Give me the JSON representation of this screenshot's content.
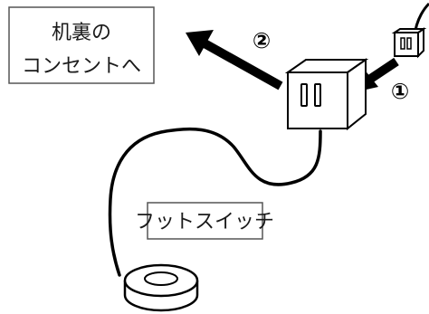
{
  "labels": {
    "desk_outlet_line1": "机裏の",
    "desk_outlet_line2": "コンセントへ",
    "foot_switch": "フットスイッチ"
  },
  "steps": {
    "step1": "①",
    "step2": "②"
  },
  "colors": {
    "stroke": "#000000",
    "fill": "#ffffff",
    "box_border": "#555555"
  }
}
